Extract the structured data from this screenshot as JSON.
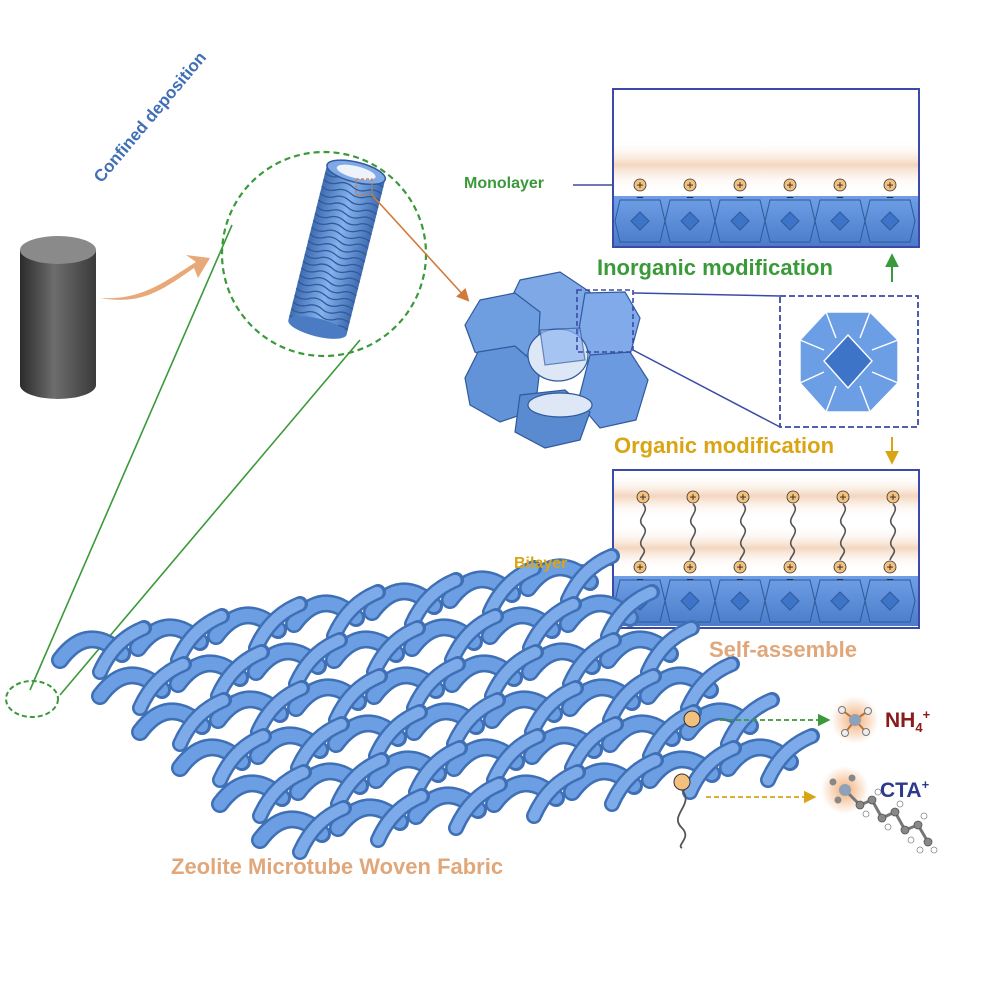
{
  "labels": {
    "confined_deposition": "Confined deposition",
    "monolayer": "Monolayer",
    "bilayer": "Bilayer",
    "inorganic_modification": "Inorganic modification",
    "organic_modification": "Organic modification",
    "self_assemble": "Self-assemble",
    "fabric_title": "Zeolite Microtube Woven Fabric",
    "nh4": "NH",
    "nh4_sub": "4",
    "nh4_sup": "+",
    "cta": "CTA",
    "cta_sup": "+"
  },
  "colors": {
    "zeolite_blue": "#6b9ee3",
    "zeolite_dark": "#3f6fb5",
    "green": "#3a9a3a",
    "gold": "#d9a514",
    "orange_arrow": "#e8a97a",
    "fabric_title": "#e0a77a",
    "navy": "#2b3a8c",
    "dark_red": "#8b1a1a",
    "box_border": "#3b4aa8"
  },
  "symbols": {
    "plus": "+",
    "minus": "−"
  }
}
